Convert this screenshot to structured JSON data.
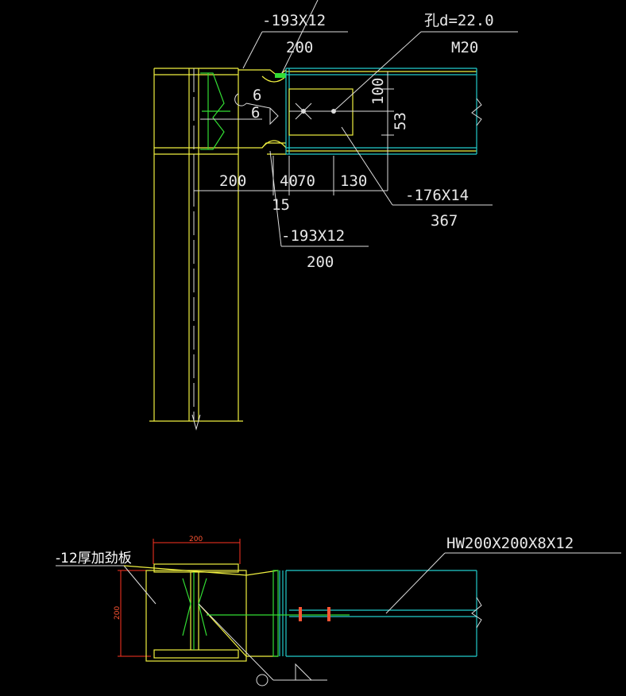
{
  "colors": {
    "background": "#000000",
    "member_outline": "#f0f040",
    "stiffener": "#33dd33",
    "beam": "#22cccc",
    "dimension": "#dddddd",
    "small_dimension": "#ff3322"
  },
  "elevation": {
    "plate_top": {
      "spec": "-193X12",
      "length": "200"
    },
    "hole": {
      "spec": "孔d=22.0",
      "bolt": "M20"
    },
    "weld_1": "6",
    "weld_2": "6",
    "dim_vert_1": "100",
    "dim_vert_2": "53",
    "dim_h_1": "200",
    "dim_h_2": "40",
    "dim_h_3": "70",
    "dim_h_4": "130",
    "dim_15": "15",
    "plate_side": {
      "spec": "-176X14",
      "length": "367"
    },
    "plate_bottom": {
      "spec": "-193X12",
      "length": "200"
    }
  },
  "plan": {
    "dim_top": "200",
    "dim_left": "200",
    "stiffener_note": "-12厚加劲板",
    "beam_section": "HW200X200X8X12"
  }
}
